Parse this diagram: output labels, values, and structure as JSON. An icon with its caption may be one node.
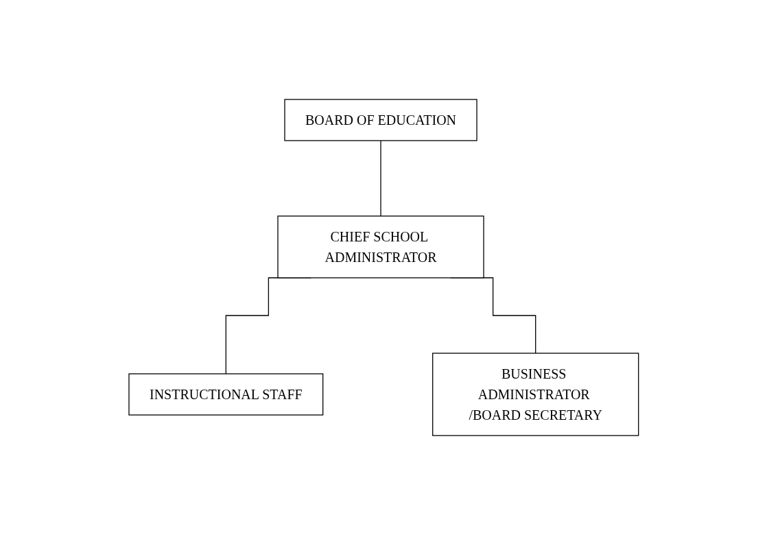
{
  "diagram": {
    "nodes": [
      {
        "text": [
          "BOARD OF EDUCATION"
        ]
      },
      {
        "text": [
          "CHIEF SCHOOL ADMINISTRATOR"
        ]
      },
      {
        "text": [
          "INSTRUCTIONAL STAFF"
        ]
      },
      {
        "text": [
          "BUSINESS ADMINISTRATOR /BOARD SECRETARY"
        ]
      }
    ],
    "edges": [
      {
        "from": 0,
        "to": 1,
        "arrow": "none"
      },
      {
        "from": 1,
        "to": 2,
        "arrow": "none"
      },
      {
        "from": 1,
        "to": 3,
        "arrow": "none"
      }
    ]
  }
}
